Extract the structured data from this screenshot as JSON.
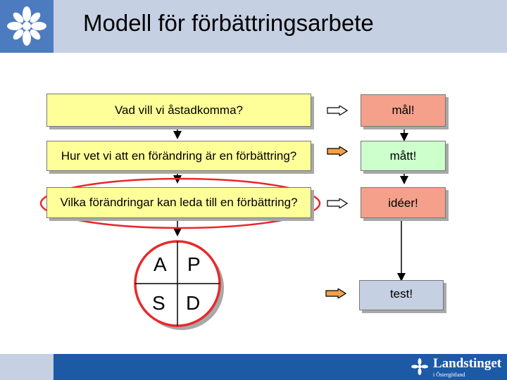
{
  "title": "Modell för förbättringsarbete",
  "questions": [
    "Vad vill vi åstadkomma?",
    "Hur vet vi att en förändring är en förbättring?",
    "Vilka förändringar kan leda till en förbättring?"
  ],
  "answers": [
    "mål!",
    "mått!",
    "idéer!",
    "test!"
  ],
  "pdsa": {
    "a": "A",
    "p": "P",
    "s": "S",
    "d": "D"
  },
  "brand": {
    "name": "Landstinget",
    "sub": "i Östergötland"
  },
  "colors": {
    "topbar": "#c5d0e3",
    "logo_bg": "#4d7bc0",
    "bottombar": "#1d5aa6",
    "question_fill": "#ffff99",
    "answer_goal": "#f4a08a",
    "answer_measure": "#ccffcc",
    "answer_ideas": "#f4a08a",
    "answer_test": "#c5d0e3",
    "highlight_oval": "#e8282b",
    "arrow_orange": "#f4a04a"
  }
}
